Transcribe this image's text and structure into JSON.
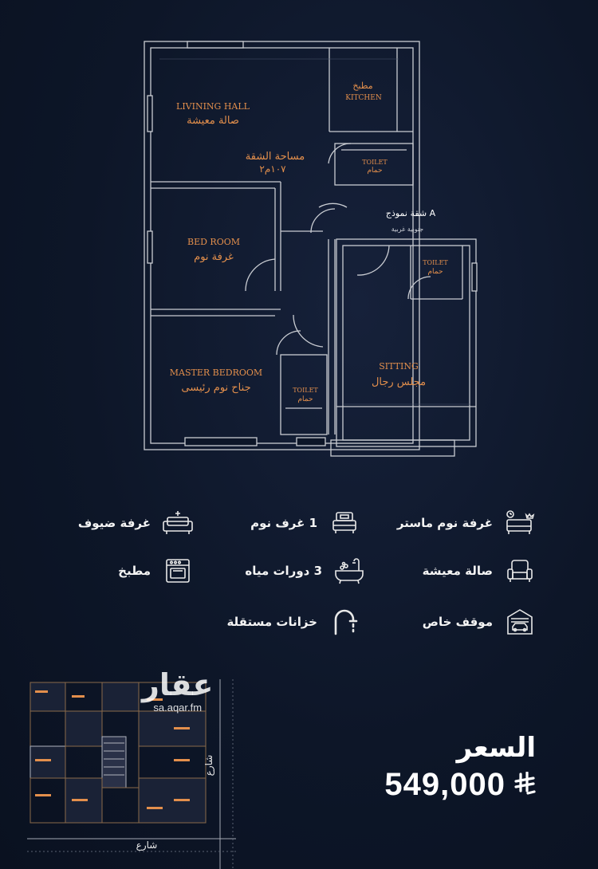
{
  "floor_plan": {
    "rooms": {
      "living_en": "LIVINING HALL",
      "living_ar": "صالة معيشة",
      "kitchen_ar": "مطبخ",
      "kitchen_en": "KITCHEN",
      "area_title": "مساحة الشقة",
      "area_value": "١٠٧م٢",
      "toilet1_en": "TOILET",
      "toilet1_ar": "حمام",
      "bedroom_en": "BED ROOM",
      "bedroom_ar": "غرفة نوم",
      "model_ar": "شقة نموذج A",
      "facing_ar": "جنوبية غربية",
      "toilet2_en": "TOILET",
      "toilet2_ar": "حمام",
      "master_en": "MASTER BEDROOM",
      "master_ar": "جناح نوم رئيسى",
      "toilet3_en": "TOILET",
      "toilet3_ar": "حمام",
      "sitting_en": "SITTING",
      "sitting_ar": "مجلس رجال"
    }
  },
  "features": {
    "master_bedroom": {
      "label": "غرفة نوم ماستر",
      "icon": "master-bed-icon"
    },
    "bedrooms": {
      "label": "1 غرف نوم",
      "icon": "bed-icon"
    },
    "guest_room": {
      "label": "غرفة ضيوف",
      "icon": "sofa-icon"
    },
    "living_room": {
      "label": "صالة معيشة",
      "icon": "armchair-icon"
    },
    "bathrooms": {
      "label": "3 دورات مياه",
      "icon": "bathtub-icon"
    },
    "kitchen": {
      "label": "مطبخ",
      "icon": "oven-icon"
    },
    "parking": {
      "label": "موقف خاص",
      "icon": "garage-icon"
    },
    "tanks": {
      "label": "خزانات مستقلة",
      "icon": "faucet-icon"
    }
  },
  "site_plan": {
    "street_bottom": "شارع",
    "street_side": "شارع"
  },
  "watermark": {
    "logo": "عقار",
    "url": "sa.aqar.fm"
  },
  "price": {
    "label": "السعر",
    "value": "549,000",
    "currency_icon": "riyal-icon"
  },
  "colors": {
    "background": "#0d1628",
    "walls": "#c9ccd2",
    "plan_labels": "#e38f4c",
    "text": "#ffffff"
  }
}
